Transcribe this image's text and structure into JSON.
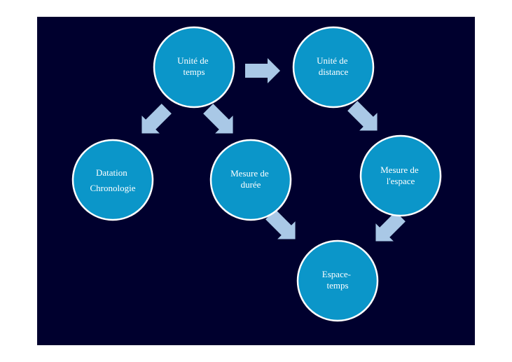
{
  "diagram": {
    "nodes": [
      {
        "id": "unite-temps",
        "lines": [
          "Unité de",
          "temps"
        ]
      },
      {
        "id": "unite-distance",
        "lines": [
          "Unité de",
          "distance"
        ]
      },
      {
        "id": "datation",
        "lines": [
          "Datation",
          "Chronologie"
        ]
      },
      {
        "id": "mesure-duree",
        "lines": [
          "Mesure de",
          "durée"
        ]
      },
      {
        "id": "mesure-espace",
        "lines": [
          "Mesure de",
          "l'espace"
        ]
      },
      {
        "id": "espace-temps",
        "lines": [
          "Espace-",
          "temps"
        ]
      }
    ],
    "colors": {
      "background": "#00002e",
      "node_fill": "#0b96c9",
      "node_stroke": "#ffffff",
      "arrow": "#a9c8e6"
    }
  }
}
